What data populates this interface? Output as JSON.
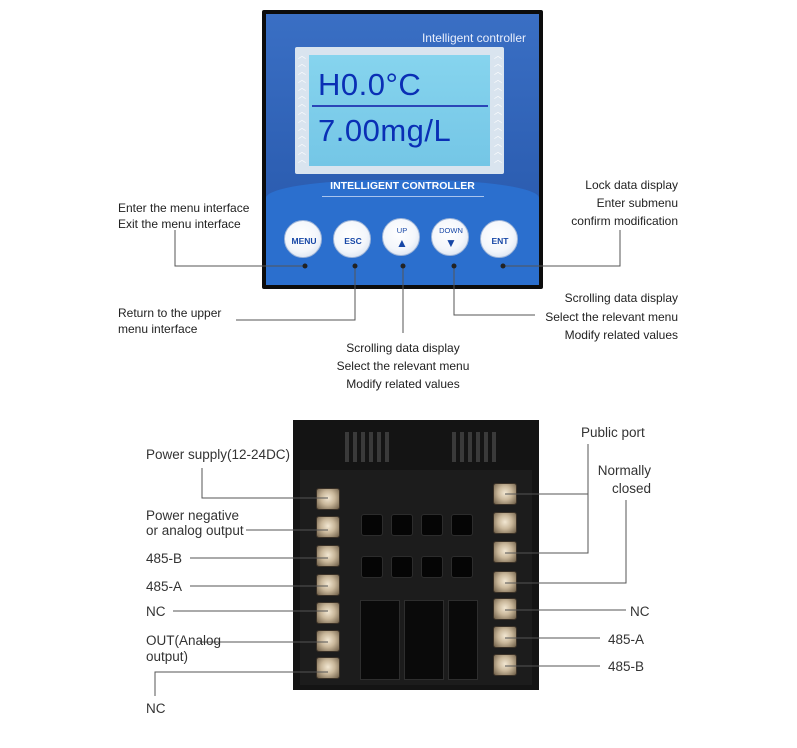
{
  "front_panel": {
    "title": "Intelligent controller",
    "lcd_line1": "H0.0°C",
    "lcd_line2": "7.00mg/L",
    "band_title": "INTELLIGENT CONTROLLER",
    "buttons": [
      {
        "label": "MENU",
        "sub": ""
      },
      {
        "label": "ESC",
        "sub": ""
      },
      {
        "label": "▲",
        "sub": "UP"
      },
      {
        "label": "▼",
        "sub": "DOWN"
      },
      {
        "label": "ENT",
        "sub": ""
      }
    ]
  },
  "front_annotations": {
    "menu": [
      "Enter the menu interface",
      "Exit the menu interface"
    ],
    "esc": [
      "Return to the upper",
      "menu interface"
    ],
    "up": [
      "Scrolling data display",
      "Select the relevant menu",
      "Modify related values"
    ],
    "down": [
      "Scrolling data display",
      "Select the relevant menu",
      "Modify related values"
    ],
    "ent": [
      "Lock data display",
      "Enter submenu",
      "confirm modification"
    ]
  },
  "back_annotations": {
    "left": {
      "power_supply": "Power supply(12-24DC)",
      "power_negative": [
        "Power negative",
        "or analog output"
      ],
      "b485": "485-B",
      "a485": "485-A",
      "nc": "NC",
      "out": [
        "OUT(Analog",
        "output)"
      ],
      "nc_bottom": "NC"
    },
    "right": {
      "public_port": "Public port",
      "normally_closed": [
        "Normally",
        "closed"
      ],
      "nc": "NC",
      "a485": "485-A",
      "b485": "485-B"
    }
  },
  "colors": {
    "panel_blue": "#2d5fb3",
    "lcd_bg": "#7ccbe9",
    "lcd_text": "#0a2fb5",
    "button_text": "#1747a6"
  }
}
